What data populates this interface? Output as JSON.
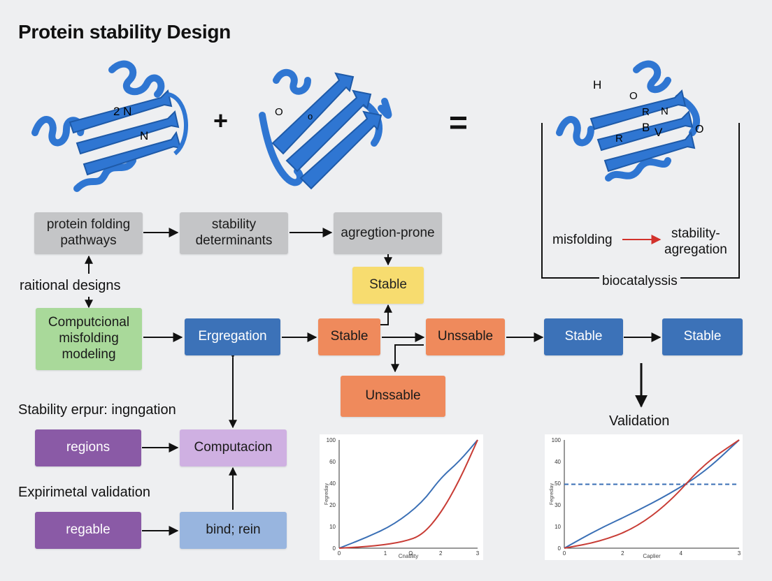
{
  "title": "Protein stability Design",
  "molecules": {
    "left_labels": [
      "2 N",
      "N"
    ],
    "middle_labels": [
      "O",
      "o"
    ],
    "right_labels": [
      "H",
      "O",
      "R",
      "N",
      "B",
      "R",
      "V",
      "O"
    ],
    "plus": "+",
    "equals": "="
  },
  "top_row": {
    "folding": "protein folding\npathways",
    "determinants": "stability\ndeterminants",
    "aggregation_prone": "agregtion-prone",
    "stable_yellow": "Stable"
  },
  "bracket_panel": {
    "misfolding": "misfolding",
    "stability_aggregation": "stability-\nagregation",
    "biocatalysis": "biocatalyssis"
  },
  "labels": {
    "rational": "raitional designs",
    "stability_erpur": "Stability erpur: ingngation",
    "experimental": "Expirimetal validation",
    "validation": "Validation"
  },
  "middle_row": {
    "computational": "Computcional\nmisfolding\nmodeling",
    "ergregation": "Ergregation",
    "stable_orange": "Stable",
    "unssable_1": "Unssable",
    "stable_blue_1": "Stable",
    "stable_blue_2": "Stable",
    "unssable_2": "Unssable"
  },
  "bottom": {
    "regions": "regions",
    "computation": "Computacion",
    "regable": "regable",
    "bind_rein": "bind; rein"
  },
  "colors": {
    "blue_curve": "#3a6fb5",
    "red_curve": "#c83c35",
    "protein": "#2f76d2",
    "arrow_red": "#d2312b"
  },
  "chart_data": [
    {
      "type": "line",
      "xlabel": "Cnatility",
      "ylabel": "Fegrediay",
      "x_ticks": [
        "0",
        "1",
        "Ω",
        "2",
        "3"
      ],
      "y_ticks": [
        "100",
        "60",
        "40",
        "20",
        "10",
        "0"
      ],
      "xlim": [
        0,
        3
      ],
      "ylim": [
        0,
        100
      ],
      "series": [
        {
          "color": "#3a6fb5",
          "x": [
            0,
            0.6,
            1.2,
            1.8,
            2.2,
            2.6,
            3.0
          ],
          "y": [
            0,
            10,
            22,
            42,
            65,
            80,
            100
          ]
        },
        {
          "color": "#c83c35",
          "x": [
            0,
            0.8,
            1.4,
            1.8,
            2.2,
            2.6,
            3.0
          ],
          "y": [
            0,
            2,
            6,
            12,
            32,
            62,
            100
          ]
        }
      ]
    },
    {
      "type": "line",
      "xlabel": "Caplier",
      "ylabel": "Fegrediay",
      "x_ticks": [
        "0",
        "2",
        "4",
        "3"
      ],
      "y_ticks": [
        "100",
        "40",
        "50",
        "30",
        "10",
        "0"
      ],
      "xlim": [
        0,
        3
      ],
      "ylim": [
        0,
        100
      ],
      "threshold": 59,
      "series": [
        {
          "color": "#3a6fb5",
          "x": [
            0,
            0.6,
            1.2,
            1.8,
            2.4,
            3.0
          ],
          "y": [
            0,
            18,
            33,
            50,
            70,
            100
          ]
        },
        {
          "color": "#c83c35",
          "x": [
            0,
            0.6,
            1.2,
            1.8,
            2.4,
            3.0
          ],
          "y": [
            0,
            6,
            18,
            42,
            78,
            100
          ]
        }
      ]
    }
  ]
}
